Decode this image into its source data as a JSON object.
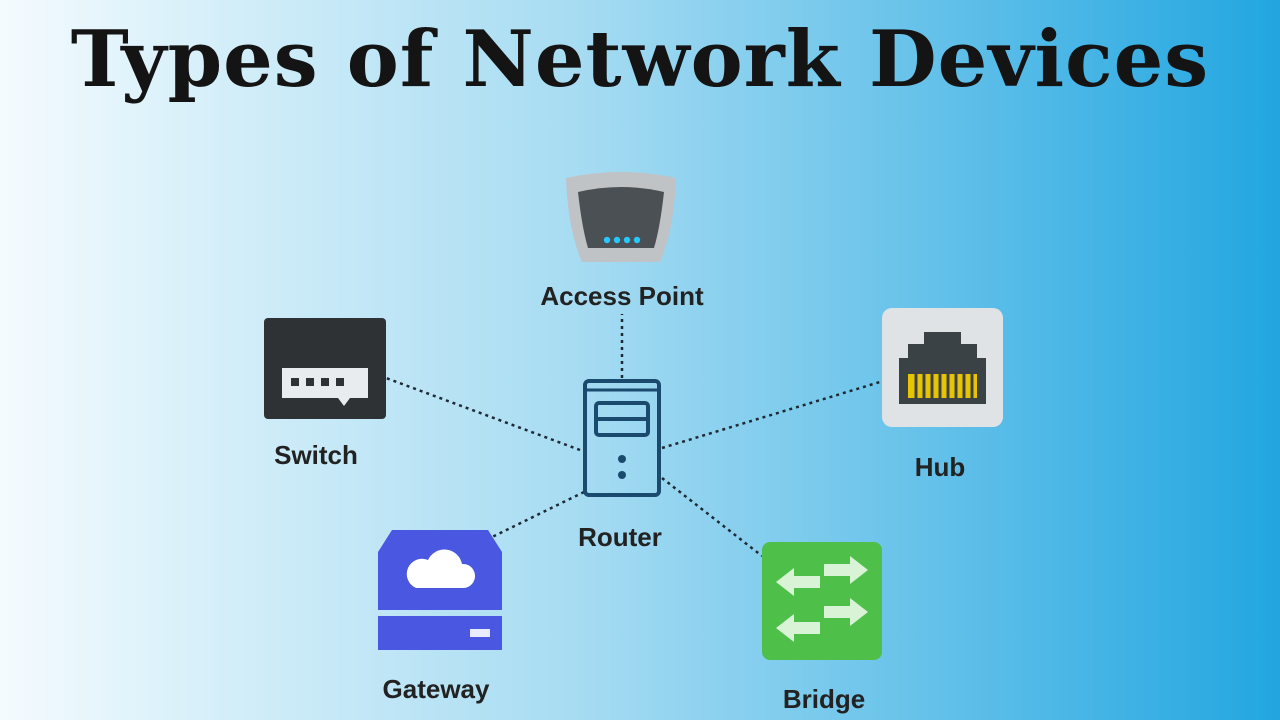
{
  "title": "Types of Network Devices",
  "nodes": {
    "access_point": {
      "label": "Access Point",
      "icon": "access-point-icon"
    },
    "switch": {
      "label": "Switch",
      "icon": "switch-icon"
    },
    "hub": {
      "label": "Hub",
      "icon": "hub-icon"
    },
    "router": {
      "label": "Router",
      "icon": "router-icon"
    },
    "gateway": {
      "label": "Gateway",
      "icon": "cloud-gateway-icon"
    },
    "bridge": {
      "label": "Bridge",
      "icon": "bridge-arrows-icon"
    }
  },
  "colors": {
    "switch": "#2f3235",
    "gateway": "#4a57e0",
    "bridge": "#4ec04a",
    "hub_port": "#e8c400",
    "router_stroke": "#1a4a6e"
  },
  "edges": [
    {
      "from": "router",
      "to": "access_point"
    },
    {
      "from": "router",
      "to": "switch"
    },
    {
      "from": "router",
      "to": "hub"
    },
    {
      "from": "router",
      "to": "gateway"
    },
    {
      "from": "router",
      "to": "bridge"
    }
  ]
}
